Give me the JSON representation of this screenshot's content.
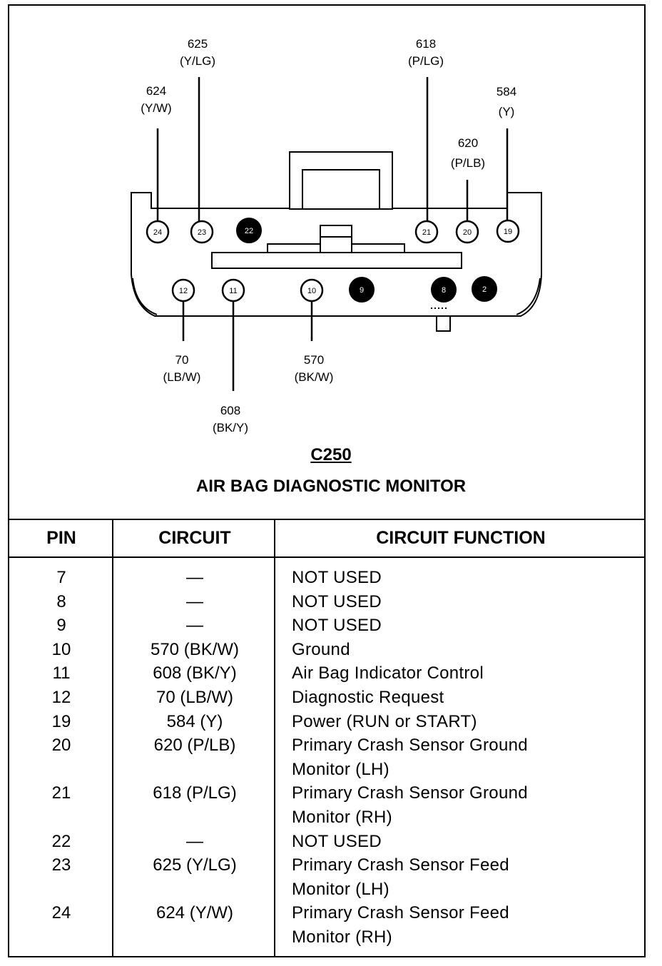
{
  "connector": {
    "id": "C250",
    "name": "AIR BAG DIAGNOSTIC MONITOR",
    "top_pins": [
      "24",
      "23",
      "22",
      "21",
      "20",
      "19"
    ],
    "bottom_pins": [
      "12",
      "11",
      "10",
      "9",
      "8",
      "2"
    ],
    "labels": [
      {
        "circuit": "625",
        "color": "(Y/LG)"
      },
      {
        "circuit": "624",
        "color": "(Y/W)"
      },
      {
        "circuit": "618",
        "color": "(P/LG)"
      },
      {
        "circuit": "584",
        "color": "(Y)"
      },
      {
        "circuit": "620",
        "color": "(P/LB)"
      },
      {
        "circuit": "70",
        "color": "(LB/W)"
      },
      {
        "circuit": "570",
        "color": "(BK/W)"
      },
      {
        "circuit": "608",
        "color": "(BK/Y)"
      }
    ]
  },
  "table": {
    "headers": {
      "pin": "PIN",
      "circuit": "CIRCUIT",
      "function": "CIRCUIT FUNCTION"
    },
    "rows": [
      {
        "pin": "7",
        "circuit": "—",
        "function": "NOT USED"
      },
      {
        "pin": "8",
        "circuit": "—",
        "function": "NOT USED"
      },
      {
        "pin": "9",
        "circuit": "—",
        "function": "NOT USED"
      },
      {
        "pin": "10",
        "circuit": "570 (BK/W)",
        "function": "Ground"
      },
      {
        "pin": "11",
        "circuit": "608 (BK/Y)",
        "function": "Air Bag Indicator Control"
      },
      {
        "pin": "12",
        "circuit": "70 (LB/W)",
        "function": "Diagnostic Request"
      },
      {
        "pin": "19",
        "circuit": "584 (Y)",
        "function": "Power (RUN or START)"
      },
      {
        "pin": "20",
        "circuit": "620 (P/LB)",
        "function": "Primary Crash Sensor Ground Monitor (LH)"
      },
      {
        "pin": "21",
        "circuit": "618 (P/LG)",
        "function": "Primary Crash Sensor Ground Monitor (RH)"
      },
      {
        "pin": "22",
        "circuit": "—",
        "function": "NOT USED"
      },
      {
        "pin": "23",
        "circuit": "625 (Y/LG)",
        "function": "Primary Crash Sensor Feed Monitor (LH)"
      },
      {
        "pin": "24",
        "circuit": "624 (Y/W)",
        "function": "Primary Crash Sensor Feed Monitor (RH)"
      }
    ]
  }
}
